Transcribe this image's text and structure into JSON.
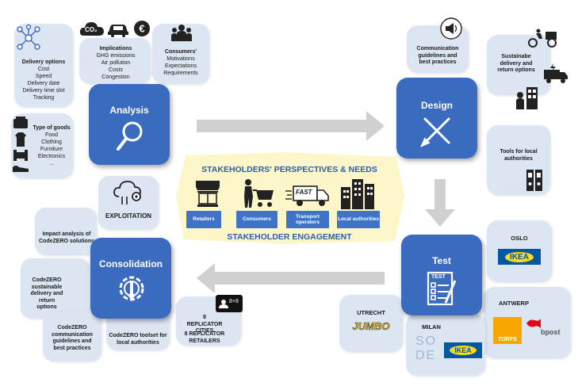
{
  "analysis": {
    "title": "Analysis",
    "delivery_options": {
      "heading": "Delivery options",
      "items": [
        "Cost",
        "Speed",
        "Delivery date",
        "Delivery time slot",
        "Tracking"
      ]
    },
    "implications": {
      "heading": "Implications",
      "items": [
        "GHG emissions",
        "Air pollution",
        "Costs",
        "Congestion"
      ],
      "co2_label": "CO₂"
    },
    "consumers": {
      "heading": "Consumers'",
      "items": [
        "Motivations",
        "Expectations",
        "Requirements"
      ]
    },
    "goods": {
      "heading": "Type of goods",
      "items": [
        "Food",
        "Clothing",
        "Furniture",
        "Electronics",
        "..."
      ]
    }
  },
  "design": {
    "title": "Design",
    "communication": "Communication guidelines and best practices",
    "sustainable": "Sustainabe delivery and return options",
    "tools": "Tools for local authorities"
  },
  "center": {
    "header": "STAKEHOLDERS' PERSPECTIVES & NEEDS",
    "footer": "STAKEHOLDER ENGAGEMENT",
    "fast_label": "FAST",
    "roles": [
      "Retailers",
      "Consumers",
      "Transport operators",
      "Local authorities"
    ]
  },
  "exploitation": {
    "label": "EXPLOITATION"
  },
  "consolidation": {
    "title": "Consolidation",
    "impact": "Impact analysis of CodeZERO solutions",
    "sustainable": "CodeZERO sustainable delivery and return options",
    "communication": "CodeZERO communication guidelines and best practices",
    "toolset": "CodeZERO toolset for local authorities",
    "replicators": [
      "8 REPLICATOR CITIES",
      "8 REPLICATOR RETAILERS"
    ],
    "chat_badge": "8+8"
  },
  "test": {
    "title": "Test",
    "board_label": "TEST",
    "oslo": {
      "city": "OSLO",
      "logo": "IKEA"
    },
    "antwerp": {
      "city": "ANTWERP",
      "logos": [
        "TORFS",
        "bpost"
      ]
    },
    "utrecht": {
      "city": "UTRECHT",
      "logo": "JUMBO"
    },
    "milan": {
      "city": "MILAN",
      "logos": [
        "SODE",
        "IKEA"
      ]
    }
  },
  "colors": {
    "hub": "#3a6bbf",
    "card": "#dce6f2",
    "arrow": "#d0d0d0",
    "center_bg": "#fdf6c8"
  }
}
